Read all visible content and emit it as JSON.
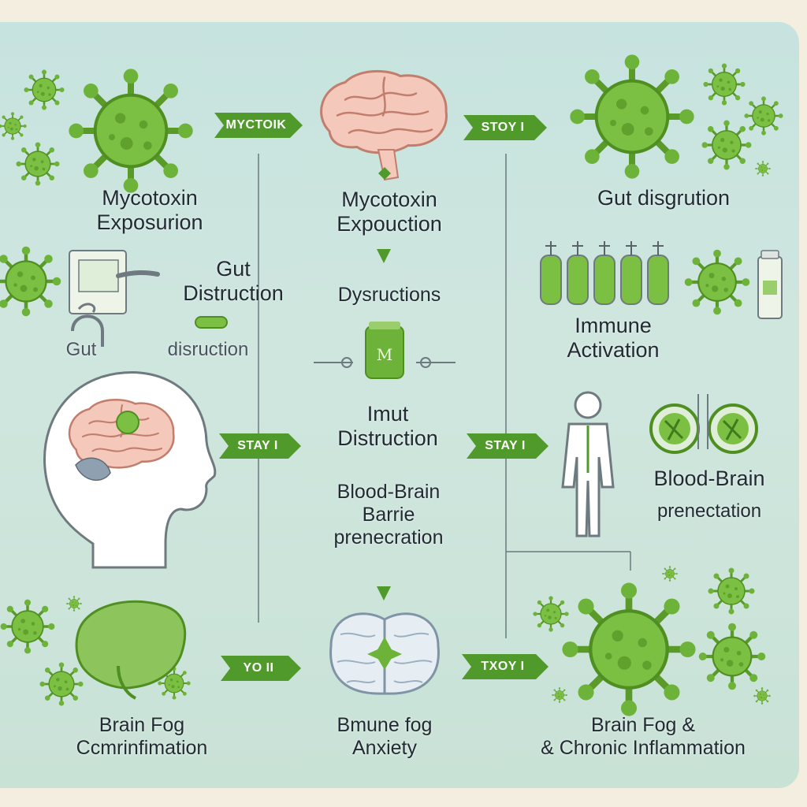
{
  "colors": {
    "background_panel": "#c9e3dc",
    "accent_green": "#5aa02c",
    "arrow_green": "#4f9a2a",
    "text_dark": "#222b33",
    "outline_gray": "#6f7a80"
  },
  "arrows": [
    {
      "text": "MYCTOIK"
    },
    {
      "text": "STOY I"
    },
    {
      "text": "STAY I"
    },
    {
      "text": "STAY I"
    },
    {
      "text": "YO II"
    },
    {
      "text": "TXOY I"
    }
  ],
  "labels": {
    "top_left_line1": "Mycotoxin",
    "top_left_line2": "Exposurion",
    "top_center_line1": "Mycotoxin",
    "top_center_line2": "Expouction",
    "top_right": "Gut disgrution",
    "gut_line1": "Gut",
    "gut_line2": "Distruction",
    "gut_small_left": "Gut",
    "gut_small_right": "disruction",
    "center_dysruptions": "Dysructions",
    "imput_line1": "Imut",
    "imput_line2": "Distruction",
    "bbb_center_line1": "Blood-Brain",
    "bbb_center_line2": "Barrie",
    "bbb_center_line3": "prenecration",
    "immune_line1": "Immune",
    "immune_line2": "Activation",
    "bbb_right_line1": "Blood-Brain",
    "bbb_right_line2": "prenectation",
    "bottom_left_line1": "Brain Fog",
    "bottom_left_line2": "Ccmrinfimation",
    "bottom_center_line1": "Bmune fog",
    "bottom_center_line2": "Anxiety",
    "bottom_right_line1": "Brain Fog &",
    "bottom_right_line2": "& Chronic Inflammation"
  },
  "icons": [
    "virus-icon",
    "brain-icon",
    "gut-icon",
    "head-profile-icon",
    "liver-icon",
    "brain-topdown-icon",
    "vial-icon",
    "test-tube-icon",
    "human-figure-icon",
    "cell-icon"
  ]
}
